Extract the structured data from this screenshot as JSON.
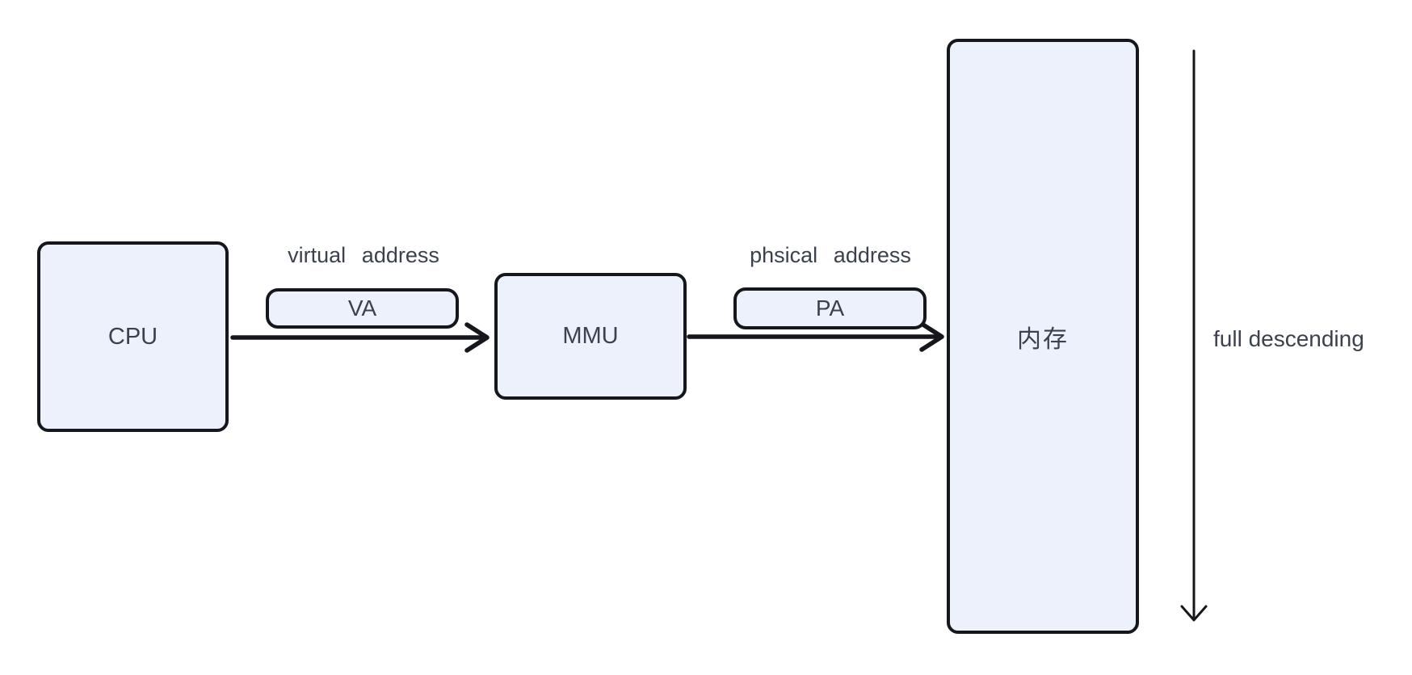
{
  "diagram": {
    "nodes": {
      "cpu": {
        "label": "CPU"
      },
      "mmu": {
        "label": "MMU"
      },
      "memory": {
        "label": "内存"
      },
      "va": {
        "label": "VA"
      },
      "pa": {
        "label": "PA"
      }
    },
    "edge_labels": {
      "virtual_address": "virtual address",
      "phsical_address": "phsical address"
    },
    "annotations": {
      "full_descending": "full descending"
    },
    "colors": {
      "node_fill": "#edf1fb",
      "stroke": "#15171c",
      "text": "#3b414e",
      "background": "#ffffff"
    }
  }
}
